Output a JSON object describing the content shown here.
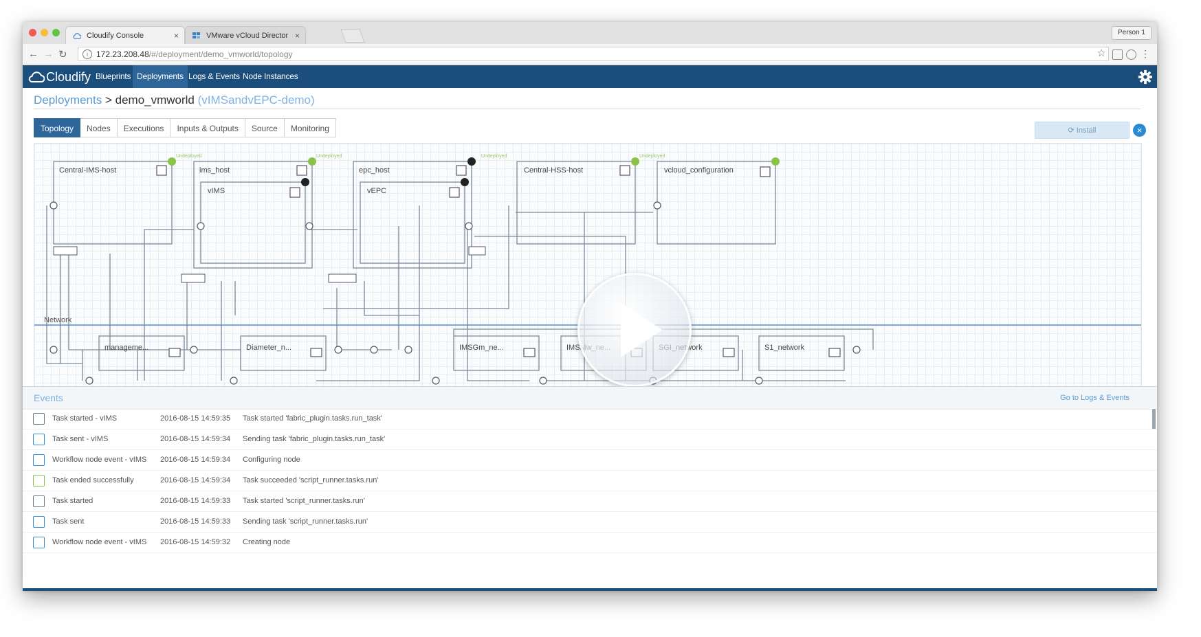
{
  "browser": {
    "tabs": [
      {
        "label": "Cloudify Console",
        "active": true
      },
      {
        "label": "VMware vCloud Director",
        "active": false
      }
    ],
    "person": "Person 1",
    "url_host": "172.23.208.48",
    "url_path": "/#/deployment/demo_vmworld/topology"
  },
  "app": {
    "logo": "Cloudify",
    "nav": [
      {
        "label": "Blueprints",
        "active": false
      },
      {
        "label": "Deployments",
        "active": true
      },
      {
        "label": "Logs & Events",
        "active": false
      },
      {
        "label": "Node Instances",
        "active": false
      }
    ]
  },
  "breadcrumb": {
    "root": "Deployments",
    "separator": ">",
    "deployment": "demo_vmworld",
    "blueprint": "(vIMSandvEPC-demo)"
  },
  "subtabs": [
    {
      "label": "Topology",
      "active": true
    },
    {
      "label": "Nodes",
      "active": false
    },
    {
      "label": "Executions",
      "active": false
    },
    {
      "label": "Inputs & Outputs",
      "active": false
    },
    {
      "label": "Source",
      "active": false
    },
    {
      "label": "Monitoring",
      "active": false
    }
  ],
  "install_label": "Install",
  "topology": {
    "hosts": [
      {
        "name": "Central-IMS-host"
      },
      {
        "name": "ims_host"
      },
      {
        "name": "epc_host"
      },
      {
        "name": "Central-HSS-host"
      },
      {
        "name": "vcloud_configuration"
      }
    ],
    "apps": [
      {
        "name": "vIMS"
      },
      {
        "name": "vEPC"
      }
    ],
    "network_label": "Network",
    "networks": [
      {
        "name": "manageme..."
      },
      {
        "name": "Diameter_n..."
      },
      {
        "name": "IMSGm_ne..."
      },
      {
        "name": "IMSMw_ne..."
      },
      {
        "name": "SGI_network"
      },
      {
        "name": "S1_network"
      }
    ],
    "tag_undeployed": "Undeployed"
  },
  "events": {
    "title": "Events",
    "go_link": "Go to Logs & Events",
    "rows": [
      {
        "icon": "task-started-icon",
        "event": "Task started - vIMS",
        "time": "2016-08-15 14:59:35",
        "message": "Task started 'fabric_plugin.tasks.run_task'"
      },
      {
        "icon": "task-sent-icon",
        "event": "Task sent - vIMS",
        "time": "2016-08-15 14:59:34",
        "message": "Sending task 'fabric_plugin.tasks.run_task'"
      },
      {
        "icon": "workflow-event-icon",
        "event": "Workflow node event - vIMS",
        "time": "2016-08-15 14:59:34",
        "message": "Configuring node"
      },
      {
        "icon": "task-success-icon",
        "event": "Task ended successfully",
        "time": "2016-08-15 14:59:34",
        "message": "Task succeeded 'script_runner.tasks.run'"
      },
      {
        "icon": "task-started-icon",
        "event": "Task started",
        "time": "2016-08-15 14:59:33",
        "message": "Task started 'script_runner.tasks.run'"
      },
      {
        "icon": "task-sent-icon",
        "event": "Task sent",
        "time": "2016-08-15 14:59:33",
        "message": "Sending task 'script_runner.tasks.run'"
      },
      {
        "icon": "workflow-event-icon",
        "event": "Workflow node event - vIMS",
        "time": "2016-08-15 14:59:32",
        "message": "Creating node"
      }
    ]
  },
  "colors": {
    "header": "#1c4e7c",
    "active_tab": "#2f6699",
    "link": "#5b9bd5",
    "status_ok": "#8bc34a"
  }
}
